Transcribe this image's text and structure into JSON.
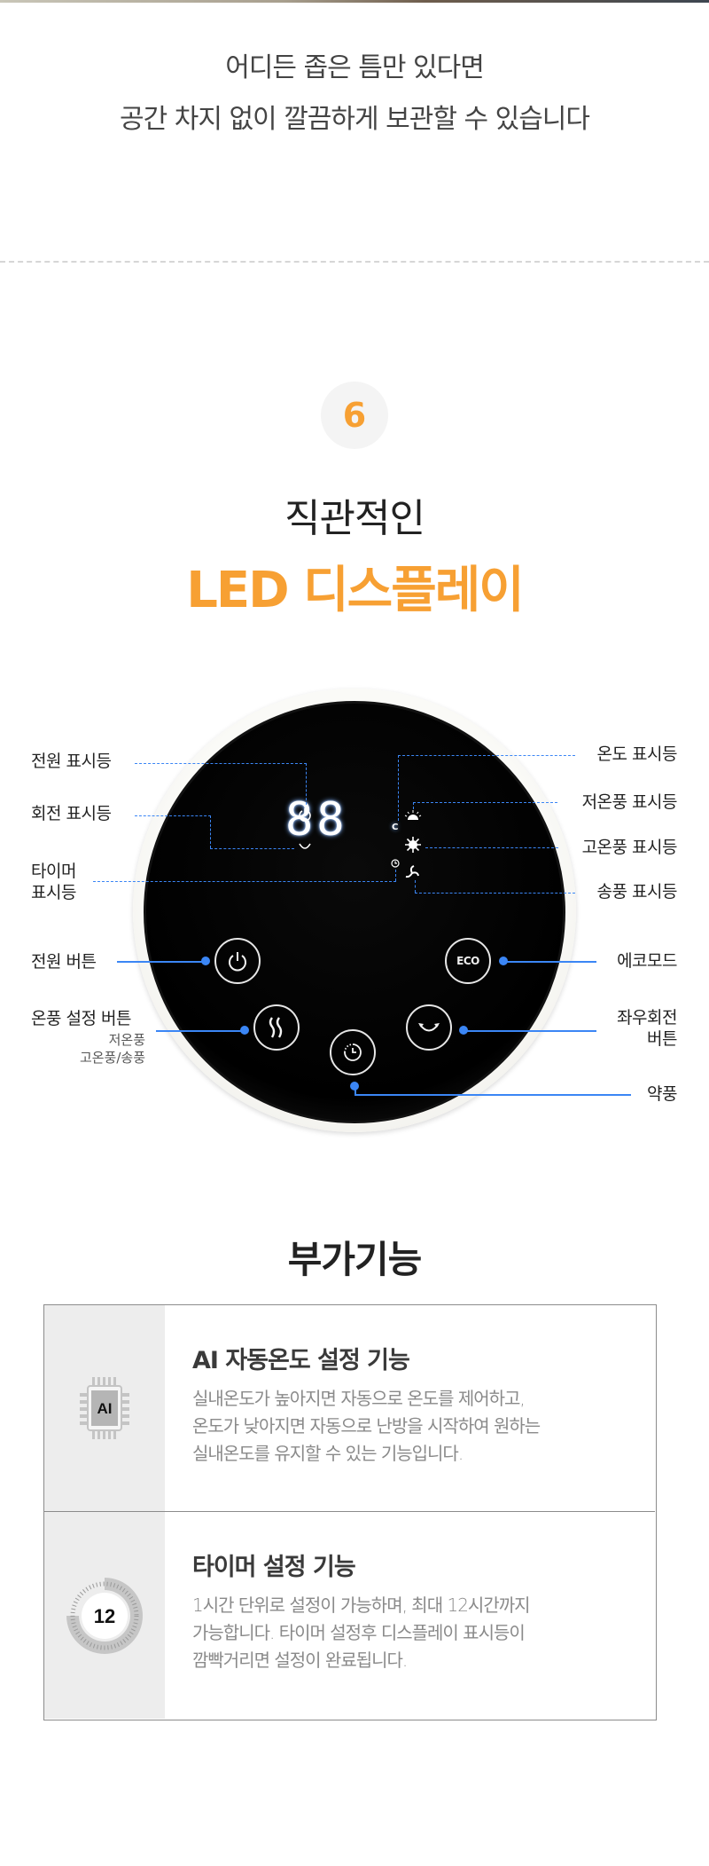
{
  "intro": {
    "line1": "어디든 좁은 틈만 있다면",
    "line2": "공간 차지 없이 깔끔하게 보관할 수 있습니다"
  },
  "section": {
    "step_number": "6",
    "subtitle": "직관적인",
    "title": "LED 디스플레이",
    "accent_color": "#f7a033"
  },
  "display": {
    "digits": "88",
    "temp_unit": "C",
    "annotation_color": "#3b86f5",
    "indicators_left": [
      {
        "label": "전원 표시등",
        "icon": "power-icon"
      },
      {
        "label": "회전 표시등",
        "icon": "rotation-icon"
      },
      {
        "label": "타이머 표시등",
        "line1": "타이머",
        "line2": "표시등",
        "icon": "timer-icon"
      }
    ],
    "indicators_right": [
      {
        "label": "온도 표시등",
        "icon": "celsius-icon"
      },
      {
        "label": "저온풍 표시등",
        "icon": "low-heat-icon"
      },
      {
        "label": "고온풍 표시등",
        "icon": "high-heat-icon"
      },
      {
        "label": "송풍 표시등",
        "icon": "fan-icon"
      }
    ],
    "buttons": {
      "power": {
        "label": "전원 버튼",
        "icon": "power-icon"
      },
      "heat_mode": {
        "label": "온풍 설정 버튼",
        "sub1": "저온풍",
        "sub2": "고온풍/송풍",
        "icon": "heat-waves-icon"
      },
      "timer": {
        "label": "약풍",
        "icon": "timer-icon"
      },
      "rotate": {
        "label": "좌우회전 버튼",
        "line1": "좌우회전",
        "line2": "버튼",
        "icon": "rotate-arrows-icon"
      },
      "eco": {
        "label": "에코모드",
        "icon_text": "ECO"
      }
    }
  },
  "features": {
    "title": "부가기능",
    "items": [
      {
        "icon": "ai-chip-icon",
        "icon_text": "AI",
        "heading": "AI 자동온도 설정 기능",
        "lines": [
          "실내온도가 높아지면 자동으로 온도를 제어하고,",
          "온도가 낮아지면 자동으로 난방을 시작하여 원하는",
          "실내온도를 유지할 수 있는 기능입니다."
        ]
      },
      {
        "icon": "timer-dial-icon",
        "icon_text": "12",
        "heading": "타이머 설정 기능",
        "lines": [
          "1시간 단위로 설정이 가능하며, 최대 12시간까지",
          "가능합니다. 타이머 설정후 디스플레이 표시등이",
          "깜빡거리면 설정이 완료됩니다."
        ]
      }
    ]
  }
}
